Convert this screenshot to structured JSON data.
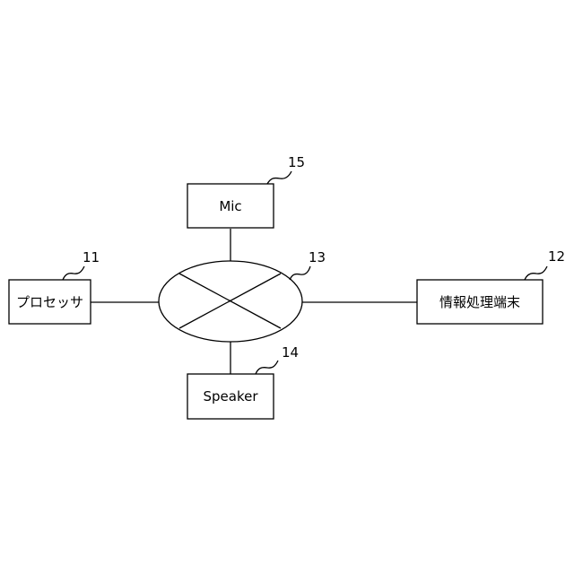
{
  "colors": {
    "line": "#000000",
    "background": "#ffffff"
  },
  "nodes": {
    "mic": {
      "label": "Mic",
      "ref": "15"
    },
    "processor": {
      "label": "プロセッサ",
      "ref": "11"
    },
    "terminal": {
      "label": "情報処理端末",
      "ref": "12"
    },
    "speaker": {
      "label": "Speaker",
      "ref": "14"
    },
    "hub": {
      "ref": "13"
    }
  }
}
